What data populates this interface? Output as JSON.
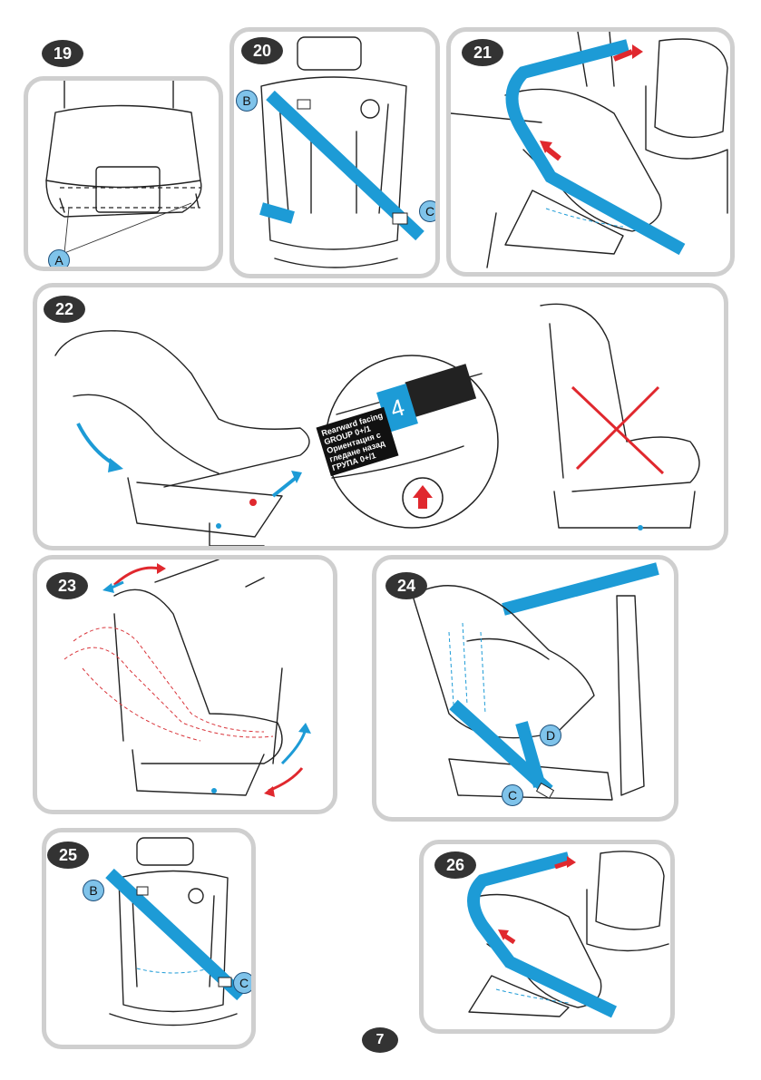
{
  "steps": [
    "19",
    "20",
    "21",
    "22",
    "23",
    "24",
    "25",
    "26"
  ],
  "callouts": {
    "A": "A",
    "B": "B",
    "C": "C",
    "D": "D"
  },
  "label": {
    "group_number": "4",
    "lines": [
      "Rearward facing",
      "GROUP 0+/1",
      "Ориентация с",
      "гледане назад",
      "ГРУПА 0+/1"
    ]
  },
  "page_number": "7",
  "colors": {
    "belt": "#1d9bd6",
    "arrow_red": "#e0282e",
    "cross_red": "#e0282e",
    "panel_border": "#cfcfcf",
    "step_badge": "#333333"
  },
  "icons": [
    "car-seat-illustration",
    "seat-belt",
    "red-arrow",
    "blue-arrow",
    "red-cross"
  ]
}
